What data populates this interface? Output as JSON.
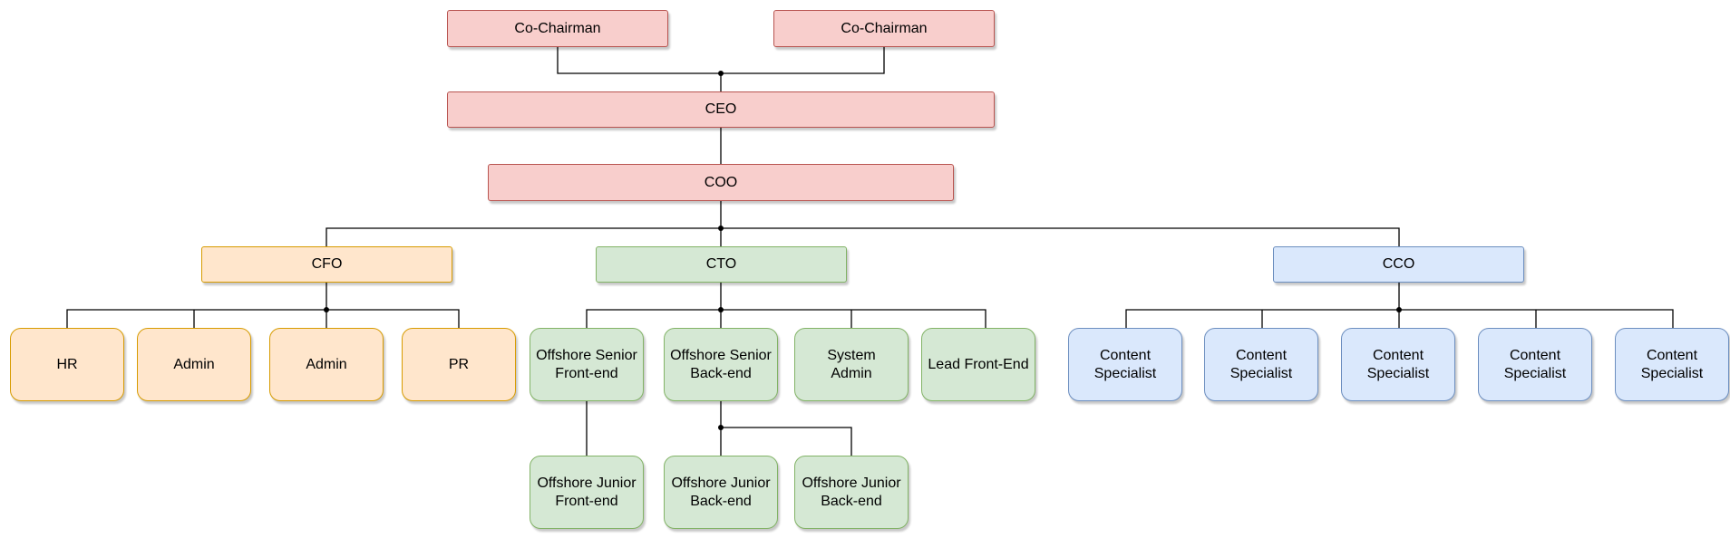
{
  "colors": {
    "red_fill": "#f8cecc",
    "red_stroke": "#b85450",
    "orange_fill": "#ffe6cc",
    "orange_stroke": "#d79b00",
    "green_fill": "#d5e8d4",
    "green_stroke": "#82b366",
    "blue_fill": "#dae8fc",
    "blue_stroke": "#6c8ebf",
    "connector": "#000000"
  },
  "nodes": {
    "co_chairman_left": "Co-Chairman",
    "co_chairman_right": "Co-Chairman",
    "ceo": "CEO",
    "coo": "COO",
    "cfo": "CFO",
    "cto": "CTO",
    "cco": "CCO",
    "hr": "HR",
    "admin_1": "Admin",
    "admin_2": "Admin",
    "pr": "PR",
    "senior_front_end": "Offshore Senior\nFront-end",
    "senior_back_end": "Offshore Senior\nBack-end",
    "system_admin": "System\nAdmin",
    "lead_front_end": "Lead Front-End",
    "junior_front_end": "Offshore Junior\nFront-end",
    "junior_back_end_1": "Offshore Junior\nBack-end",
    "junior_back_end_2": "Offshore Junior\nBack-end",
    "content_specialist_1": "Content\nSpecialist",
    "content_specialist_2": "Content\nSpecialist",
    "content_specialist_3": "Content\nSpecialist",
    "content_specialist_4": "Content\nSpecialist",
    "content_specialist_5": "Content\nSpecialist"
  }
}
